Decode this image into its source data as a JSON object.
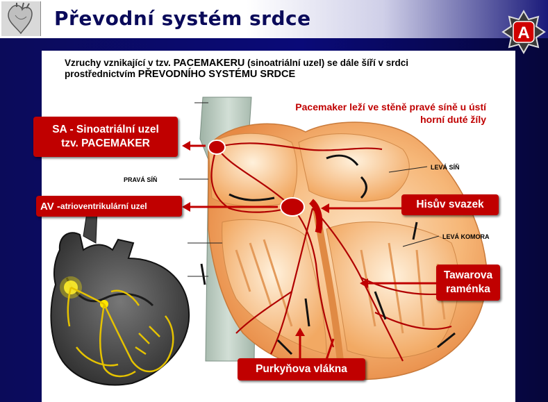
{
  "title": "Převodní systém srdce",
  "badge": "A",
  "intro": {
    "line1_a": "Vzruchy vznikající v tzv. ",
    "line1_caps": "PACEMAKERU",
    "line1_b": " (sinoatriální uzel) se dále šíří v srdci",
    "line2_a": "prostřednictvím ",
    "line2_caps": "PŘEVODNÍHO SYSTÉMU SRDCE"
  },
  "pacemaker_note": {
    "line1": "Pacemaker leží ve stěně pravé síně u ústí",
    "line2": "horní duté žíly"
  },
  "callouts": {
    "sa_line1": "SA - Sinoatriální uzel",
    "sa_line2": "tzv. PACEMAKER",
    "av_prefix": "AV -",
    "av_rest": " atrioventrikulární uzel",
    "his": "Hisův svazek",
    "tawara_line1": "Tawarova",
    "tawara_line2": "raménka",
    "purkyne": "Purkyňova vlákna"
  },
  "labels": {
    "right_atrium": "PRAVÁ SÍŇ",
    "left_atrium": "LEVÁ SÍŇ",
    "left_ventricle": "LEVÁ KOMORA"
  },
  "colors": {
    "callout": "#c00000",
    "title_text": "#0a0a5a",
    "conduction": "#b00000",
    "myocardium": "#f3b070"
  }
}
